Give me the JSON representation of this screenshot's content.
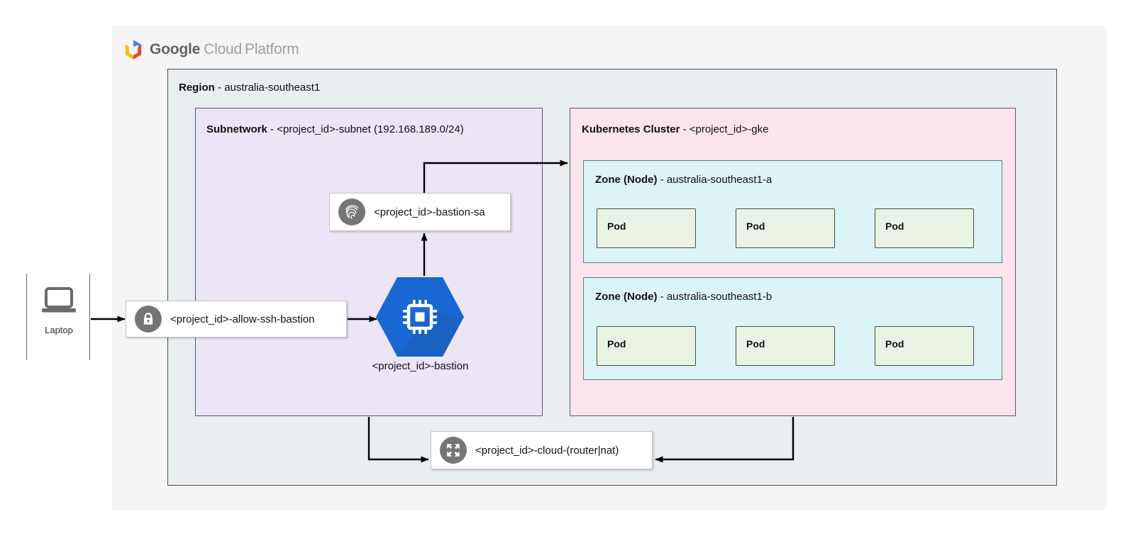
{
  "diagram": {
    "title": "Google Cloud Platform bastion / GKE architecture",
    "brand": {
      "logo_icon": "gcp-hexagon-logo",
      "word_google": "Google",
      "word_cloud": "Cloud",
      "word_platform": "Platform"
    },
    "region": {
      "label": "Region",
      "separator": " - ",
      "value": "australia-southeast1"
    },
    "subnetwork": {
      "label": "Subnetwork",
      "separator": " - ",
      "value": "<project_id>-subnet (192.168.189.0/24)"
    },
    "kubernetes_cluster": {
      "label": "Kubernetes Cluster",
      "separator": " - ",
      "value": "<project_id>-gke"
    },
    "zones": [
      {
        "label": "Zone (Node)",
        "separator": " - ",
        "value": "australia-southeast1-a",
        "pods": [
          "Pod",
          "Pod",
          "Pod"
        ]
      },
      {
        "label": "Zone (Node)",
        "separator": " - ",
        "value": "australia-southeast1-b",
        "pods": [
          "Pod",
          "Pod",
          "Pod"
        ]
      }
    ],
    "laptop": {
      "icon": "laptop-icon",
      "label": "Laptop"
    },
    "nodes": {
      "firewall_rule": {
        "icon": "lock-icon",
        "label": "<project_id>-allow-ssh-bastion"
      },
      "service_account": {
        "icon": "fingerprint-icon",
        "label": "<project_id>-bastion-sa"
      },
      "bastion": {
        "icon": "cpu-chip-icon",
        "label": "<project_id>-bastion"
      },
      "cloud_router_nat": {
        "icon": "nat-expand-arrows-icon",
        "label": "<project_id>-cloud-(router|nat)"
      }
    },
    "colors": {
      "panel_bg": "#f5f5f5",
      "region_bg": "#e9eef0",
      "subnet_bg": "#ece5f5",
      "cluster_bg": "#fce4ec",
      "zone_bg": "#ddf4f7",
      "pod_bg": "#e8f3e4",
      "bastion_blue": "#1967d2",
      "icon_gray": "#757575",
      "connector": "#000000"
    },
    "connections": [
      {
        "from": "Laptop",
        "to": "<project_id>-allow-ssh-bastion"
      },
      {
        "from": "<project_id>-allow-ssh-bastion",
        "to": "<project_id>-bastion"
      },
      {
        "from": "<project_id>-bastion",
        "to": "<project_id>-bastion-sa"
      },
      {
        "from": "<project_id>-bastion-sa",
        "to": "<project_id>-gke"
      },
      {
        "from": "Subnetwork",
        "to": "<project_id>-cloud-(router|nat)"
      },
      {
        "from": "Kubernetes Cluster",
        "to": "<project_id>-cloud-(router|nat)"
      }
    ]
  }
}
